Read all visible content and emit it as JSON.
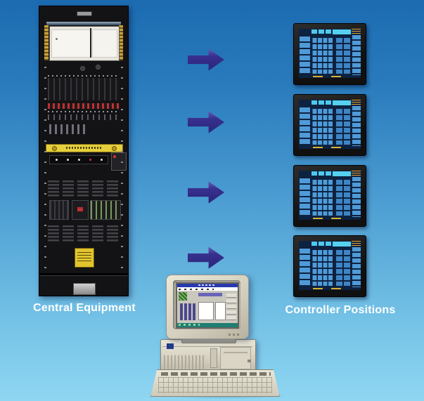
{
  "scene": {
    "background_top_color": "#1c6bb1",
    "background_bottom_color": "#8fd6f2"
  },
  "central_equipment": {
    "label": "Central Equipment",
    "rack_color": "#131316",
    "caution_strip_color": "#e6cf3d",
    "warning_label_color": "#e2c52e"
  },
  "controller_positions": {
    "label": "Controller Positions",
    "count": 4,
    "bezel_color": "#1a1a1a",
    "screen_color": "#0d2240",
    "button_color": "#4f9bd9",
    "highlight_color": "#56d0f0",
    "accent_text_color": "#e8a030"
  },
  "flow": {
    "from": "Central Equipment",
    "to": "Controller Positions",
    "arrow_count": 4,
    "arrow_direction": "right",
    "arrow_color": "#2e2a86"
  },
  "workstation": {
    "case_color": "#d6d1c1",
    "app_titlebar_color": "#2838b0",
    "app_statusbar_color": "#1e7e72"
  }
}
